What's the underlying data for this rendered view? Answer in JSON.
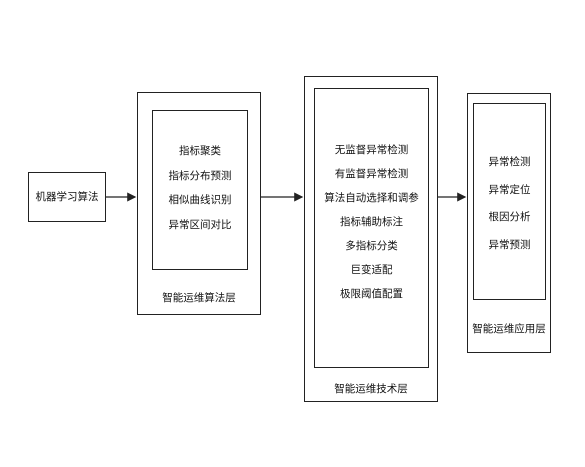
{
  "input": {
    "label": "机器学习算法"
  },
  "algorithm_layer": {
    "items": [
      "指标聚类",
      "指标分布预测",
      "相似曲线识别",
      "异常区间对比"
    ],
    "caption": "智能运维算法层"
  },
  "technique_layer": {
    "items": [
      "无监督异常检测",
      "有监督异常检测",
      "算法自动选择和调参",
      "指标辅助标注",
      "多指标分类",
      "巨变适配",
      "极限阈值配置"
    ],
    "caption": "智能运维技术层"
  },
  "application_layer": {
    "items": [
      "异常检测",
      "异常定位",
      "根因分析",
      "异常预测"
    ],
    "caption": "智能运维应用层"
  }
}
